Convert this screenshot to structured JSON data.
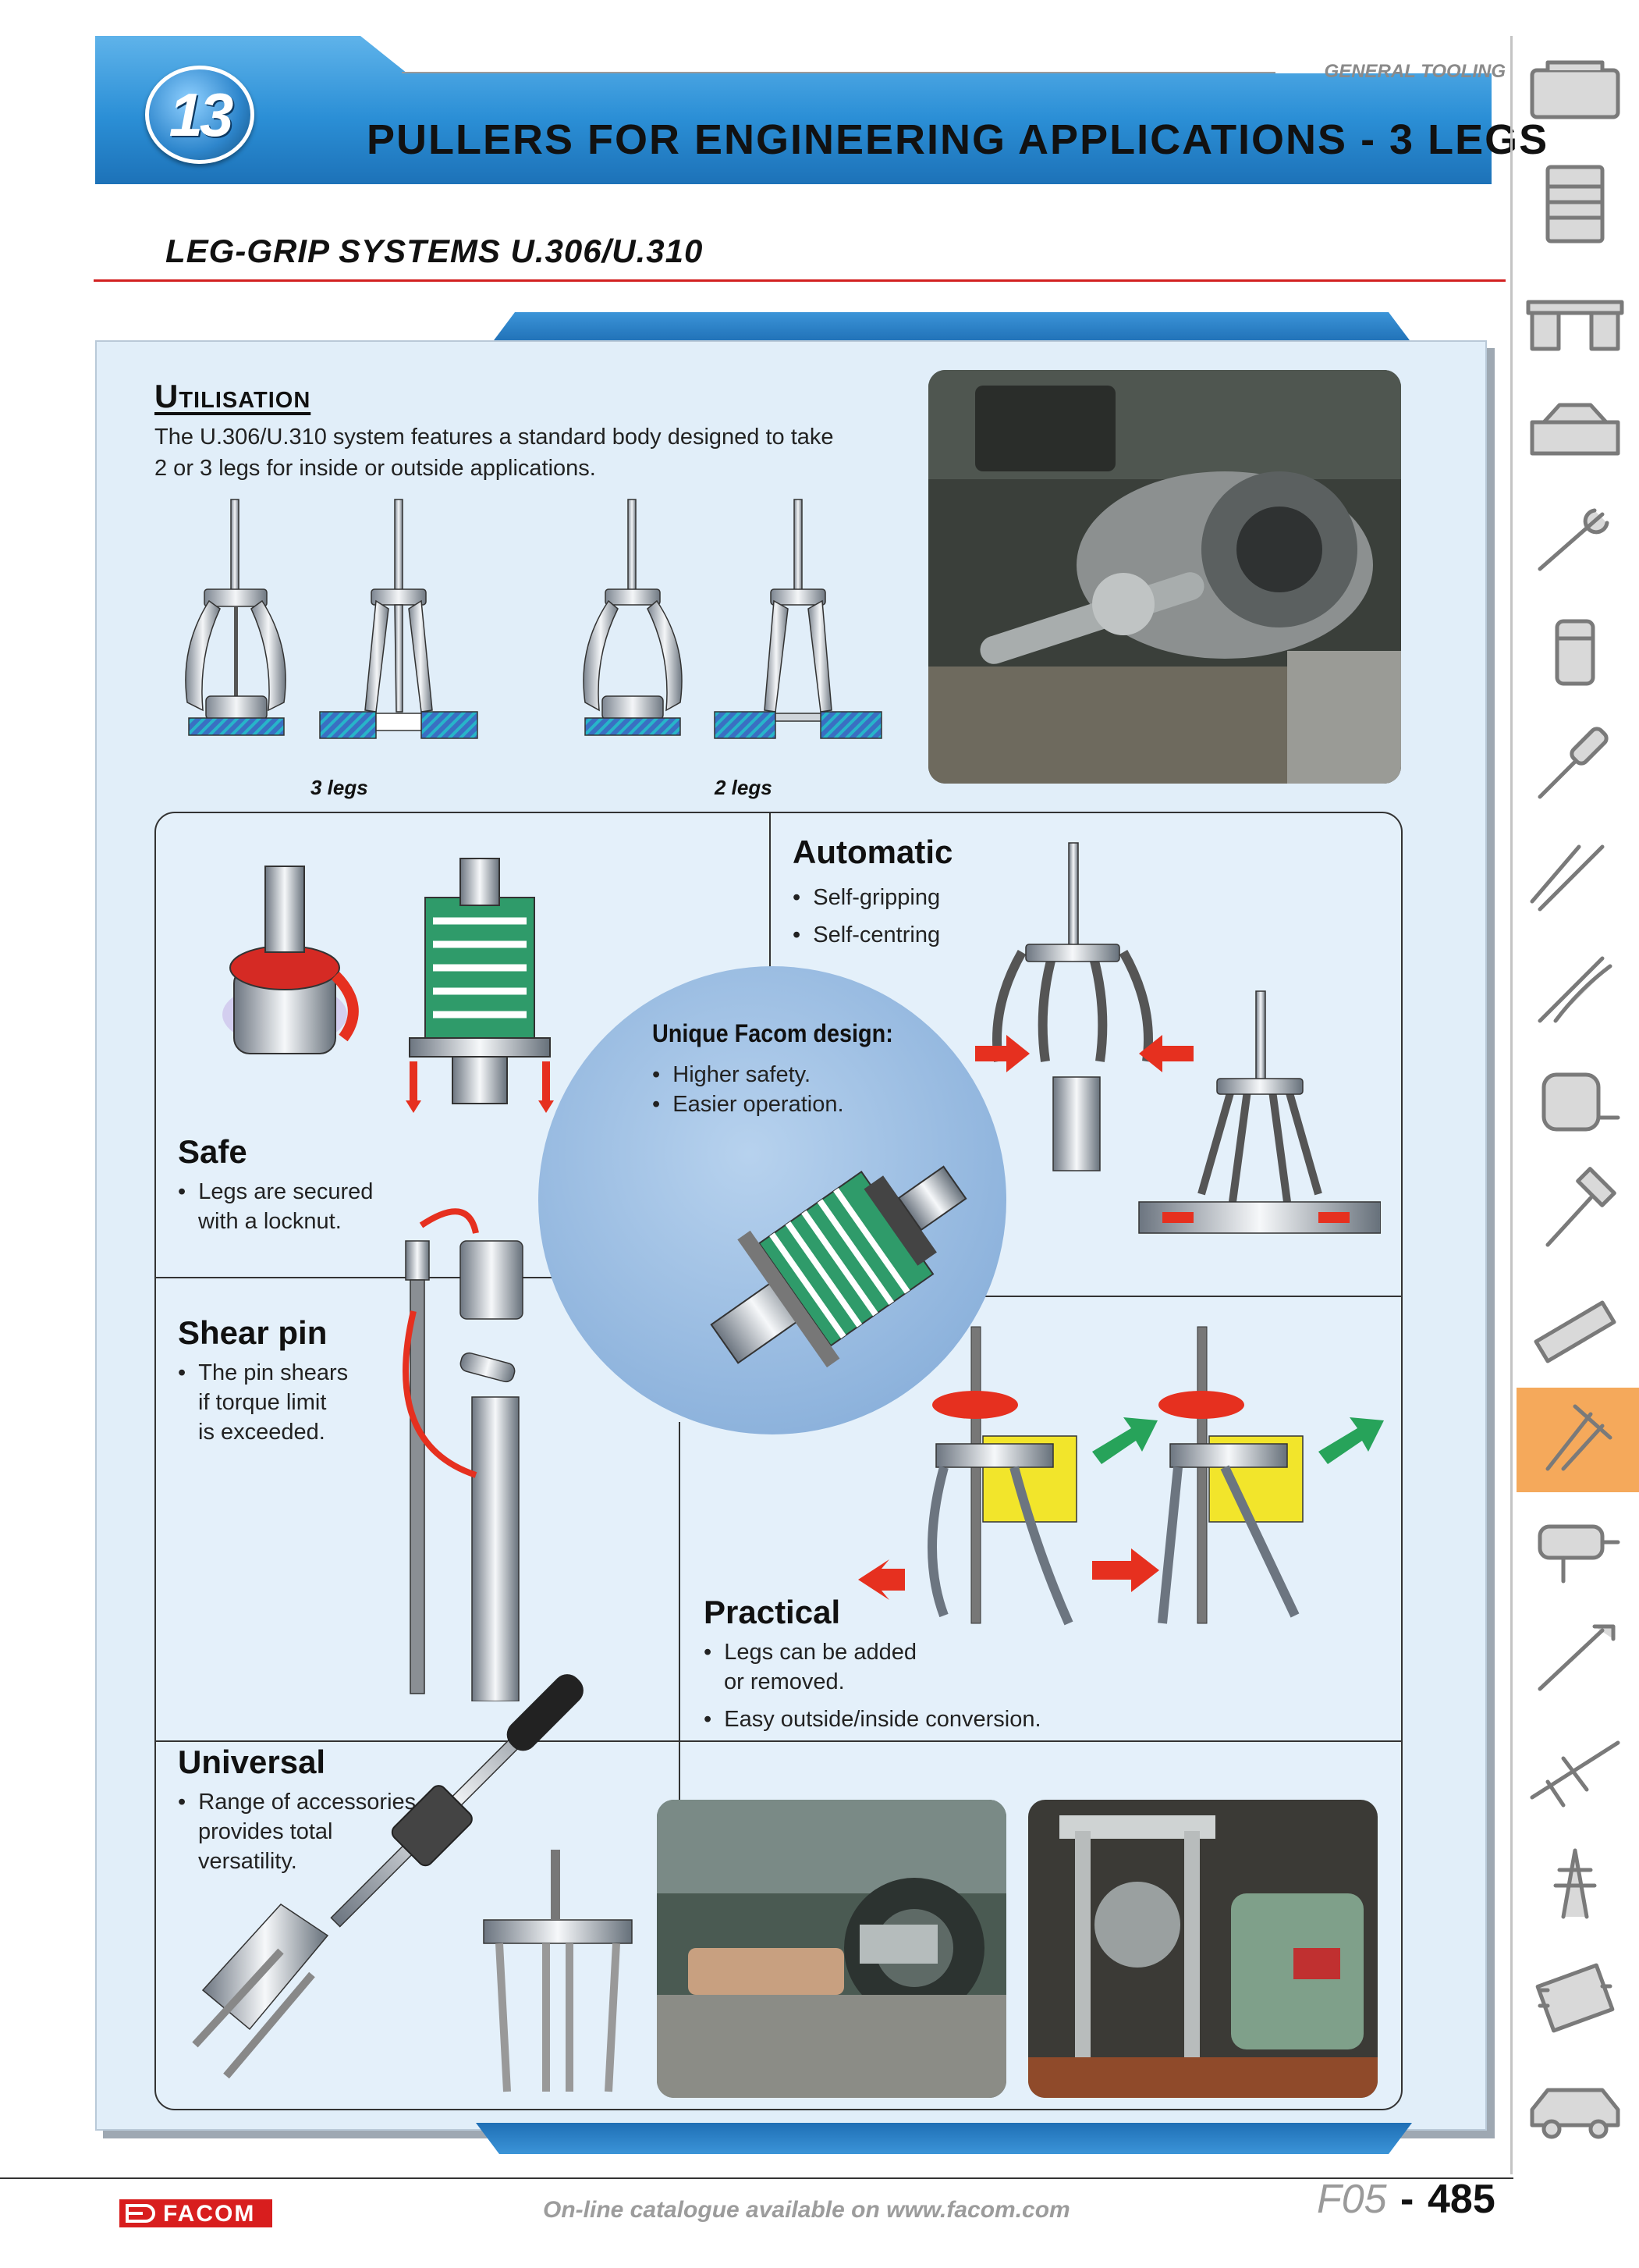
{
  "header": {
    "chapter_number": "13",
    "section_label": "GENERAL TOOLING",
    "title": "PULLERS FOR ENGINEERING APPLICATIONS - 3 LEGS",
    "subtitle": "LEG-GRIP SYSTEMS U.306/U.310"
  },
  "utilisation": {
    "title": "Utilisation",
    "description_lines": [
      "The U.306/U.310 system features a standard body designed to take",
      "2 or 3 legs for inside or outside applications."
    ],
    "caption_3legs": "3 legs",
    "caption_2legs": "2 legs"
  },
  "features": {
    "safe": {
      "title": "Safe",
      "lines": [
        "Legs are secured",
        "with a locknut."
      ]
    },
    "automatic": {
      "title": "Automatic",
      "items": [
        "Self-gripping",
        "Self-centring"
      ]
    },
    "unique": {
      "title": "Unique Facom design:",
      "items": [
        "Higher safety.",
        "Easier operation."
      ]
    },
    "shear_pin": {
      "title": "Shear pin",
      "lines": [
        "The pin shears",
        "if torque limit",
        "is exceeded."
      ]
    },
    "practical": {
      "title": "Practical",
      "item1_lines": [
        "Legs can be added",
        "or removed."
      ],
      "item2": "Easy outside/inside conversion."
    },
    "universal": {
      "title": "Universal",
      "lines": [
        "Range of accessories",
        "provides total",
        "versatility."
      ]
    }
  },
  "footer": {
    "brand": "FACOM",
    "website_text": "On-line catalogue available on www.facom.com",
    "page_code": "F05",
    "separator": "-",
    "page_number": "485"
  },
  "colors": {
    "header_blue": "#2b8fd6",
    "panel_bg": "#e1eef9",
    "rule_red": "#d22020",
    "brand_red": "#d81e1e",
    "sidebar_active": "#f5a95b",
    "arrow_red": "#e6301f",
    "arrow_green": "#27a35a",
    "highlight_yellow": "#f2e52b"
  },
  "sidebar_icons": [
    "toolkit-icon",
    "tool-cabinet-icon",
    "workbench-icon",
    "toolbox-icon",
    "wrench-icon",
    "socket-icon",
    "screwdriver-icon",
    "hex-key-icon",
    "pliers-icon",
    "tape-measure-icon",
    "hammer-icon",
    "hacksaw-icon",
    "puller-icon",
    "impact-wrench-icon",
    "pipe-wrench-icon",
    "aircraft-icon",
    "electrical-pylon-icon",
    "chip-icon",
    "car-icon"
  ]
}
